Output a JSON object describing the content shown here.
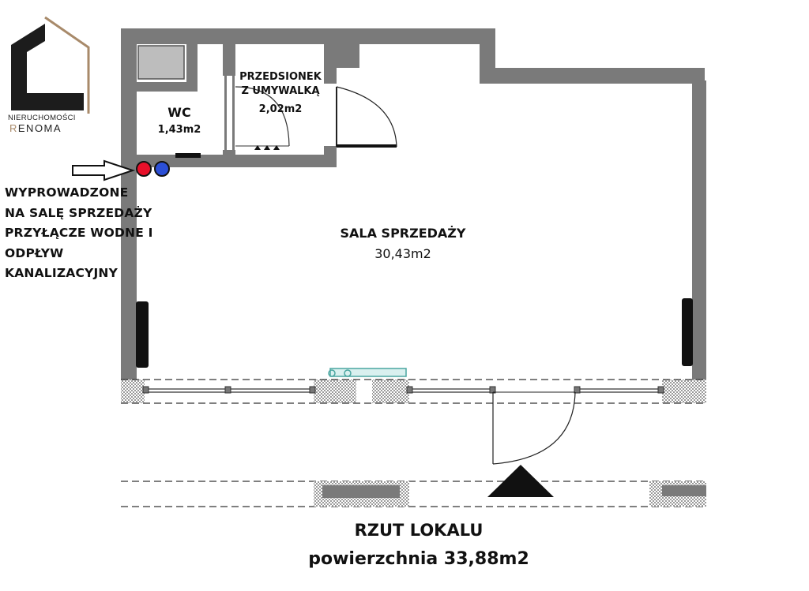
{
  "logo": {
    "line1": "NIERUCHOMOŚCI",
    "line2_first": "R",
    "line2_rest": "ENOMA",
    "colors": {
      "dark": "#1c1c1c",
      "accent": "#a88a6a"
    }
  },
  "rooms": {
    "wc": {
      "name": "WC",
      "area": "1,43m2"
    },
    "vestibule": {
      "name_line1": "PRZEDSIONEK",
      "name_line2": "Z UMYWALKĄ",
      "area": "2,02m2"
    },
    "sales": {
      "name": "SALA SPRZEDAŻY",
      "area": "30,43m2"
    }
  },
  "note": {
    "lines": [
      "WYPROWADZONE",
      "NA SALĘ SPRZEDAŻY",
      "PRZYŁĄCZE WODNE I",
      "ODPŁYW",
      "KANALIZACYJNY"
    ],
    "icons": [
      "arrow-right-icon",
      "hot-water-pipe-icon",
      "sewage-pipe-icon"
    ],
    "pipe_colors": {
      "water": "#e8102a",
      "sewage": "#2b4fd6"
    }
  },
  "footer": {
    "title": "RZUT LOKALU",
    "subtitle": "powierzchnia 33,88m2"
  },
  "colors": {
    "wall": "#7a7a7a",
    "wall_dark": "#555555",
    "radiator": "#111111"
  }
}
